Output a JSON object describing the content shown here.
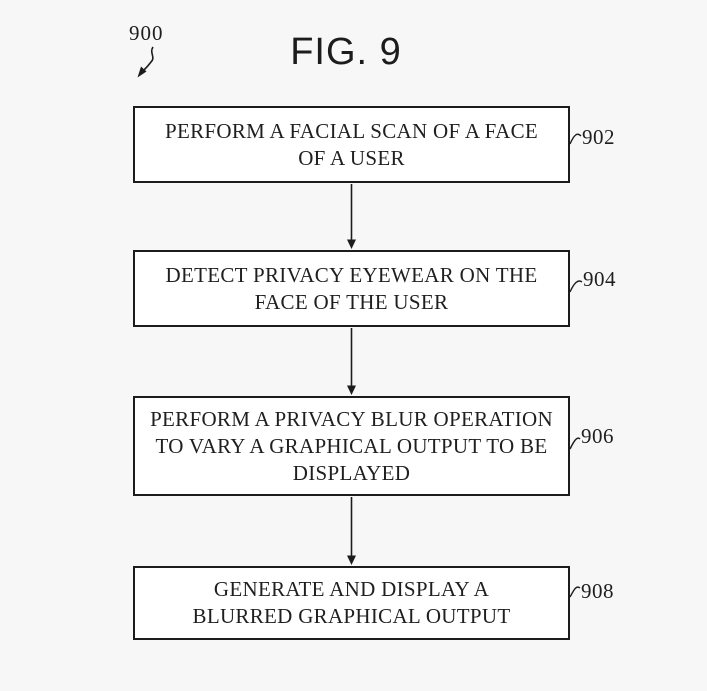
{
  "figure": {
    "title": "FIG. 9",
    "diagram_label": "900"
  },
  "flowchart": {
    "boxes": [
      {
        "ref": "902",
        "lines": [
          "PERFORM A FACIAL SCAN OF A FACE",
          "OF A USER"
        ]
      },
      {
        "ref": "904",
        "lines": [
          "DETECT PRIVACY EYEWEAR ON THE",
          "FACE OF THE USER"
        ]
      },
      {
        "ref": "906",
        "lines": [
          "PERFORM A PRIVACY BLUR OPERATION",
          "TO VARY A GRAPHICAL OUTPUT TO BE",
          "DISPLAYED"
        ]
      },
      {
        "ref": "908",
        "lines": [
          "GENERATE AND DISPLAY A",
          "BLURRED GRAPHICAL OUTPUT"
        ]
      }
    ]
  },
  "colors": {
    "background": "#f7f7f7",
    "box_fill": "#ffffff",
    "line": "#1c1c1c",
    "text": "#1f1f1f"
  }
}
